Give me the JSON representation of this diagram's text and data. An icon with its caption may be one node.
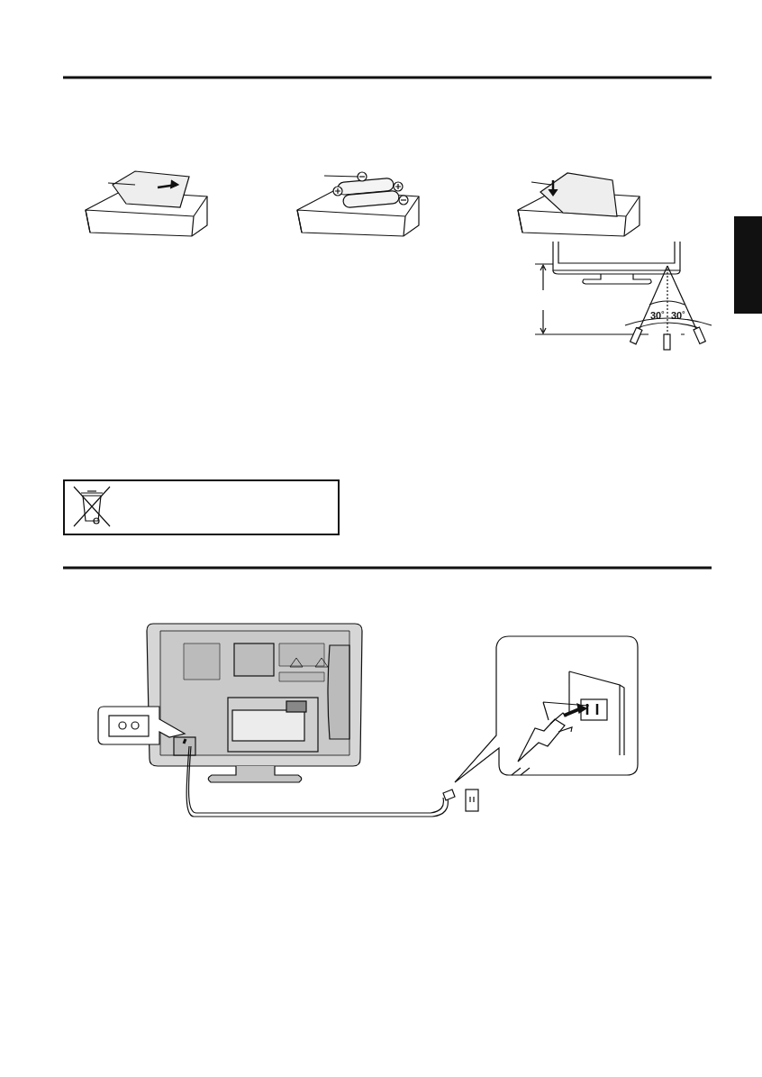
{
  "diagram": {
    "nodes": [
      {
        "text": [],
        "shape": "bar"
      }
    ],
    "labels": [
      "30˚",
      "30˚"
    ]
  }
}
